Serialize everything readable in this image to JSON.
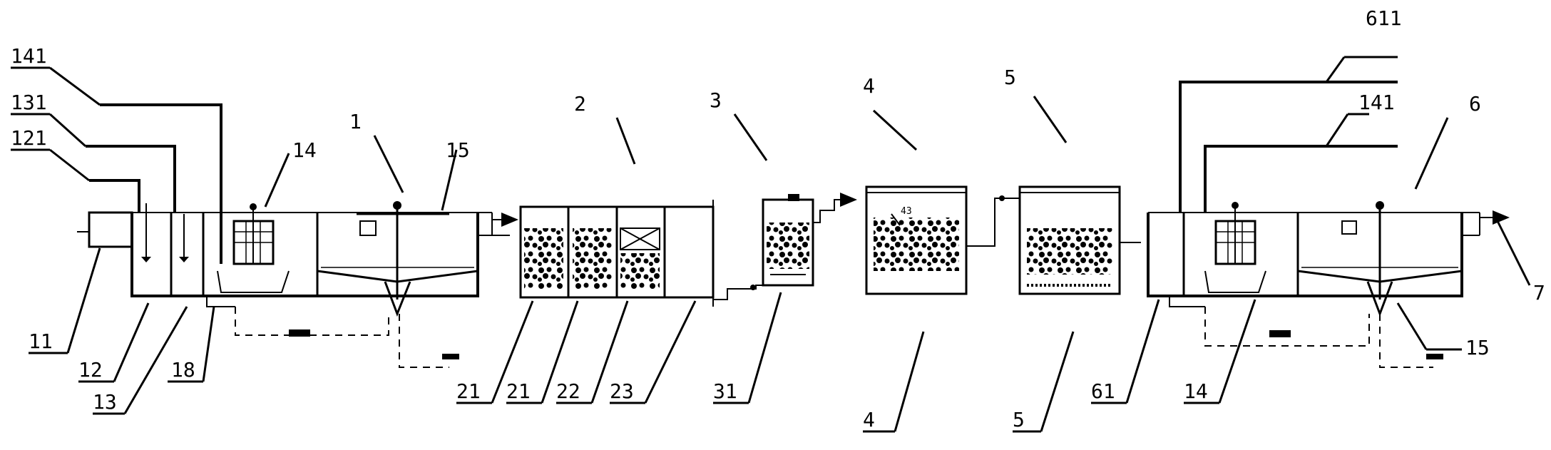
{
  "labels": {
    "l1": "1",
    "l2": "2",
    "l3": "3",
    "l4_top": "4",
    "l4_bottom": "4",
    "l5_top": "5",
    "l5_bottom": "5",
    "l6": "6",
    "l7": "7",
    "l11": "11",
    "l12": "12",
    "l13": "13",
    "l14_left": "14",
    "l14_right": "14",
    "l15_left": "15",
    "l15_right": "15",
    "l18": "18",
    "l21_a": "21",
    "l21_b": "21",
    "l22": "22",
    "l23": "23",
    "l31": "31",
    "l43": "43",
    "l61": "61",
    "l121": "121",
    "l131": "131",
    "l141_left": "141",
    "l141_right": "141",
    "l611": "611"
  }
}
